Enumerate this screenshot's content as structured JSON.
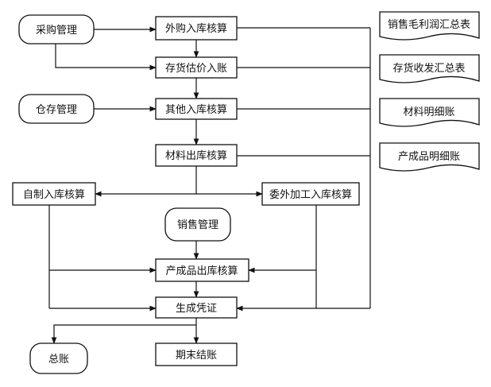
{
  "modules": {
    "purchase": "采购管理",
    "warehouse": "仓存管理",
    "sales": "销售管理",
    "ledger": "总账"
  },
  "processes": {
    "purchase_in": "外购入库核算",
    "inventory_valuation": "存货估价入账",
    "other_in": "其他入库核算",
    "material_out": "材料出库核算",
    "self_made_in": "自制入库核算",
    "outsourced_in": "委外加工入库核算",
    "product_out": "产成品出库核算",
    "voucher": "生成凭证",
    "period_close": "期末结账"
  },
  "reports": {
    "sales_profit": "销售毛利润汇总表",
    "inventory_summary": "存货收发汇总表",
    "material_detail": "材料明细账",
    "product_detail": "产成品明细账"
  }
}
